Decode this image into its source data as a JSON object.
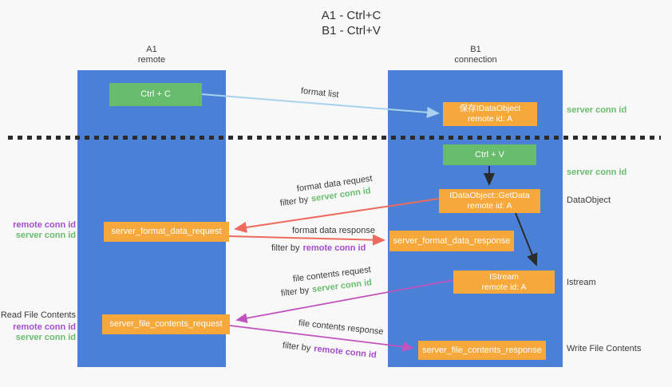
{
  "title": {
    "line1": "A1 - Ctrl+C",
    "line2": "B1 - Ctrl+V"
  },
  "lanes": {
    "left": {
      "name": "A1",
      "role": "remote"
    },
    "right": {
      "name": "B1",
      "role": "connection"
    }
  },
  "boxes": {
    "ctrl_c": {
      "label": "Ctrl + C"
    },
    "save_idataobject": {
      "line1": "保存IDataObject",
      "line2": "remote id: A"
    },
    "ctrl_v": {
      "label": "Ctrl + V"
    },
    "getdata": {
      "line1": "IDataObject::GetData",
      "line2": "remote id: A"
    },
    "format_request": {
      "label": "server_format_data_request"
    },
    "format_response": {
      "label": "server_format_data_response"
    },
    "istream": {
      "line1": "IStream",
      "line2": "remote id: A"
    },
    "file_request": {
      "label": "server_file_contents_request"
    },
    "file_response": {
      "label": "server_file_contents_response"
    }
  },
  "annotations": {
    "format_list": "format list",
    "format_data_request": "format data request",
    "format_data_response": "format data response",
    "file_contents_request": "file contents request",
    "file_contents_response": "file contents response",
    "filter_by": "filter by",
    "server_conn_id": "server conn id",
    "remote_conn_id": "remote conn id"
  },
  "side_labels": {
    "right_server_conn_id_top": "server conn id",
    "right_server_conn_id_mid": "server conn id",
    "dataobject": "DataObject",
    "istream": "Istream",
    "write_file_contents": "Write File Contents",
    "left_remote_conn_id_top": "remote conn id",
    "left_server_conn_id_top": "server conn id",
    "read_file_contents": "Read File Contents",
    "left_remote_conn_id_bottom": "remote conn id",
    "left_server_conn_id_bottom": "server conn id"
  },
  "colors": {
    "lane_blue": "#4a81d6",
    "box_green": "#68bd6c",
    "box_orange": "#f7a83b",
    "arrow_lightblue": "#a8d2ee",
    "arrow_black": "#2b2b2b",
    "arrow_red": "#ec6a5e",
    "arrow_magenta": "#c053be",
    "text_green": "#69bd6d",
    "text_purple": "#a54ccd"
  }
}
